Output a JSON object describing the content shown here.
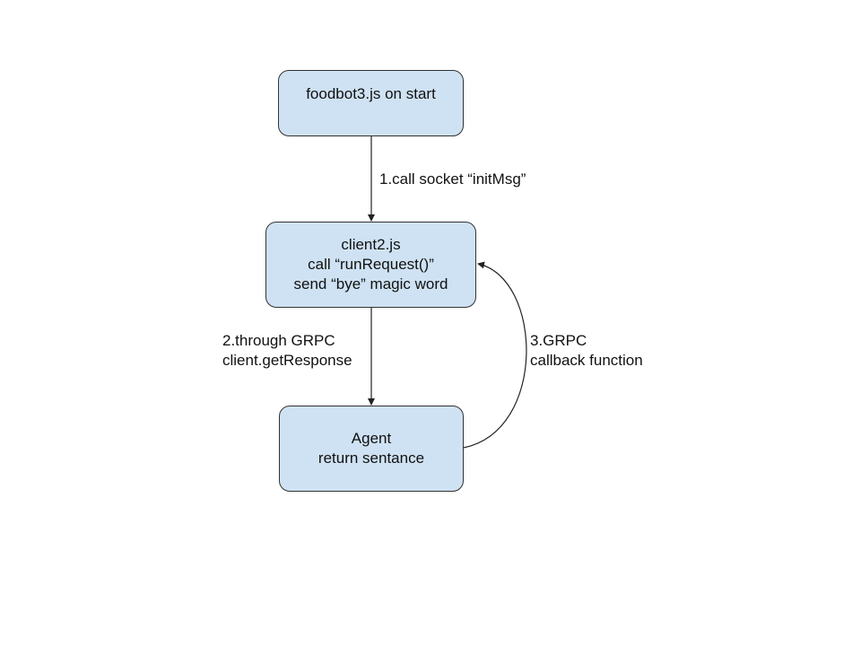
{
  "nodes": {
    "start": {
      "lines": [
        "foodbot3.js on start"
      ]
    },
    "client": {
      "lines": [
        "client2.js",
        "call “runRequest()”",
        "send “bye” magic word"
      ]
    },
    "agent": {
      "lines": [
        "Agent",
        "return sentance"
      ]
    }
  },
  "edges": {
    "start_to_client": {
      "lines": [
        "1.call socket “initMsg”"
      ]
    },
    "client_to_agent": {
      "lines": [
        "2.through GRPC",
        "client.getResponse"
      ]
    },
    "agent_to_client": {
      "lines": [
        "3.GRPC",
        "callback function"
      ]
    }
  },
  "colors": {
    "node_fill": "#cfe2f3",
    "stroke": "#222222",
    "text": "#111111"
  }
}
